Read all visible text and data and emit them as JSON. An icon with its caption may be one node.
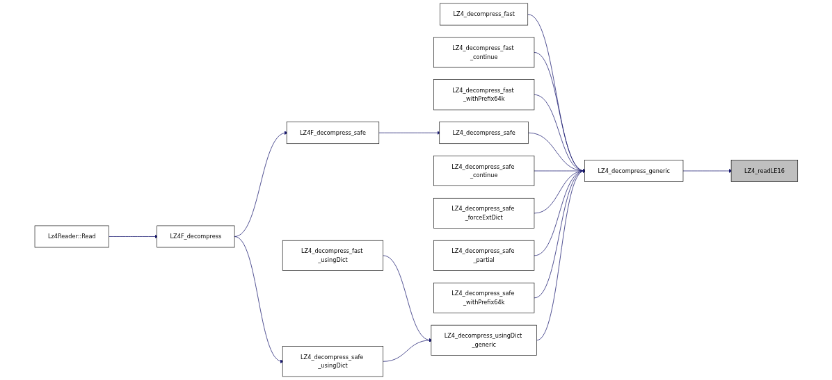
{
  "diagram": {
    "nodes": [
      {
        "text": [
          "LZ4_readLE16"
        ]
      },
      {
        "text": [
          "LZ4_decompress_generic"
        ]
      },
      {
        "text": [
          "LZ4_decompress_fast"
        ]
      },
      {
        "text": [
          "LZ4_decompress_fast _continue"
        ]
      },
      {
        "text": [
          "LZ4_decompress_fast _withPrefix64k"
        ]
      },
      {
        "text": [
          "LZ4_decompress_safe"
        ]
      },
      {
        "text": [
          "LZ4_decompress_safe _continue"
        ]
      },
      {
        "text": [
          "LZ4_decompress_safe _forceExtDict"
        ]
      },
      {
        "text": [
          "LZ4_decompress_safe _partial"
        ]
      },
      {
        "text": [
          "LZ4_decompress_safe _withPrefix64k"
        ]
      },
      {
        "text": [
          "LZ4_decompress_usingDict _generic"
        ]
      },
      {
        "text": [
          "LZ4F_decompress_safe"
        ]
      },
      {
        "text": [
          "LZ4_decompress_fast _usingDict"
        ]
      },
      {
        "text": [
          "LZ4_decompress_safe _usingDict"
        ]
      },
      {
        "text": [
          "LZ4F_decompress"
        ]
      },
      {
        "text": [
          "Lz4Reader::Read"
        ]
      }
    ],
    "edges": [
      {
        "from": 1,
        "to": 0,
        "arrow": "to"
      },
      {
        "from": 2,
        "to": 1,
        "arrow": "to"
      },
      {
        "from": 3,
        "to": 1,
        "arrow": "to"
      },
      {
        "from": 4,
        "to": 1,
        "arrow": "to"
      },
      {
        "from": 5,
        "to": 1,
        "arrow": "to"
      },
      {
        "from": 6,
        "to": 1,
        "arrow": "to"
      },
      {
        "from": 7,
        "to": 1,
        "arrow": "to"
      },
      {
        "from": 8,
        "to": 1,
        "arrow": "to"
      },
      {
        "from": 9,
        "to": 1,
        "arrow": "to"
      },
      {
        "from": 10,
        "to": 1,
        "arrow": "to"
      },
      {
        "from": 11,
        "to": 5,
        "arrow": "to"
      },
      {
        "from": 12,
        "to": 10,
        "arrow": "to"
      },
      {
        "from": 13,
        "to": 10,
        "arrow": "to"
      },
      {
        "from": 14,
        "to": 11,
        "arrow": "to"
      },
      {
        "from": 14,
        "to": 13,
        "arrow": "to"
      },
      {
        "from": 15,
        "to": 14,
        "arrow": "to"
      }
    ]
  }
}
